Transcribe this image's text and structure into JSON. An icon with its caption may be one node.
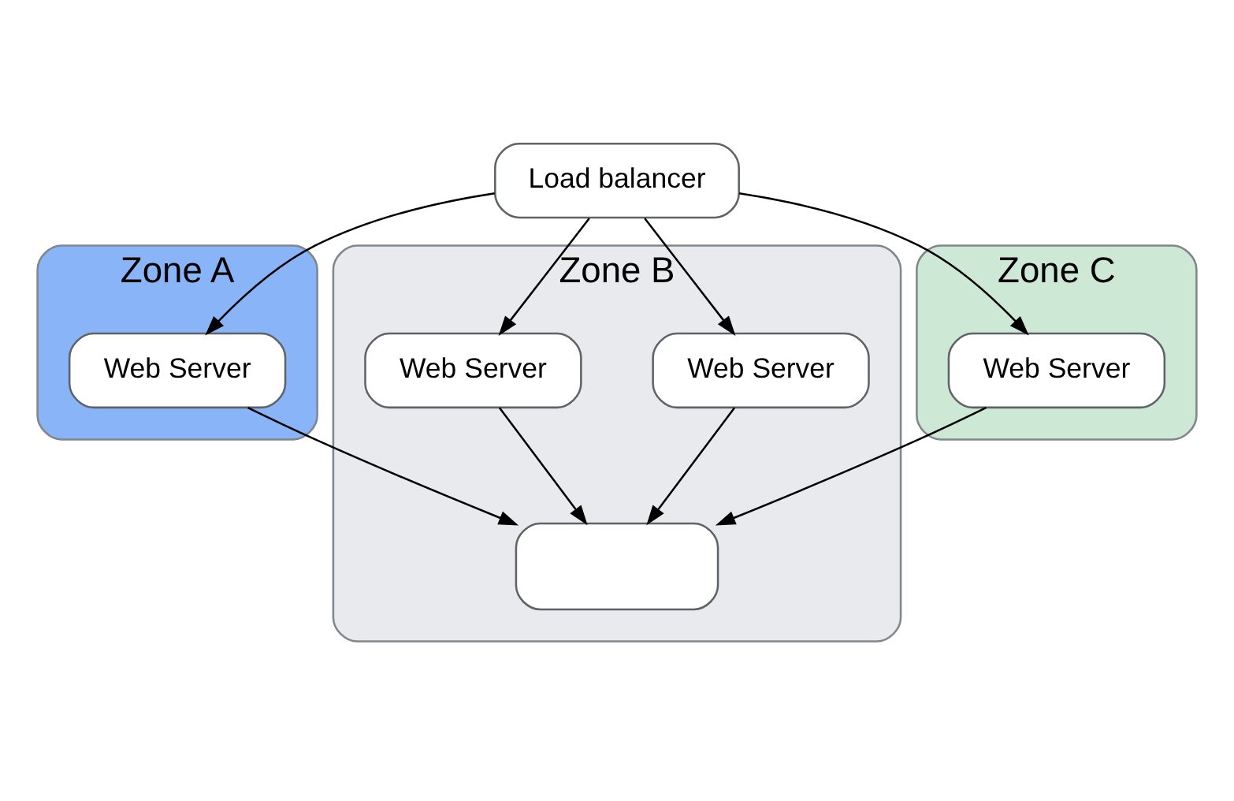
{
  "diagram": {
    "nodes": [
      {
        "text": [
          "Load balancer"
        ]
      },
      {
        "text": [
          "Zone A"
        ]
      },
      {
        "text": [
          "Web Server"
        ],
        "in": 1
      },
      {
        "text": [
          "Zone B"
        ]
      },
      {
        "text": [
          "Web Server"
        ],
        "in": 3
      },
      {
        "text": [
          "Web Server"
        ],
        "in": 3
      },
      {
        "text": [],
        "shape": "box",
        "in": 3
      },
      {
        "text": [
          "Zone C"
        ]
      },
      {
        "text": [
          "Web Server"
        ],
        "in": 7
      }
    ],
    "edges": [
      {
        "from": 0,
        "to": 2,
        "arrow": "to"
      },
      {
        "from": 0,
        "to": 4,
        "arrow": "to"
      },
      {
        "from": 0,
        "to": 5,
        "arrow": "to"
      },
      {
        "from": 0,
        "to": 8,
        "arrow": "to"
      },
      {
        "from": 2,
        "to": 6,
        "arrow": "to"
      },
      {
        "from": 4,
        "to": 6,
        "arrow": "to"
      },
      {
        "from": 5,
        "to": 6,
        "arrow": "to"
      },
      {
        "from": 8,
        "to": 6,
        "arrow": "to"
      }
    ]
  }
}
